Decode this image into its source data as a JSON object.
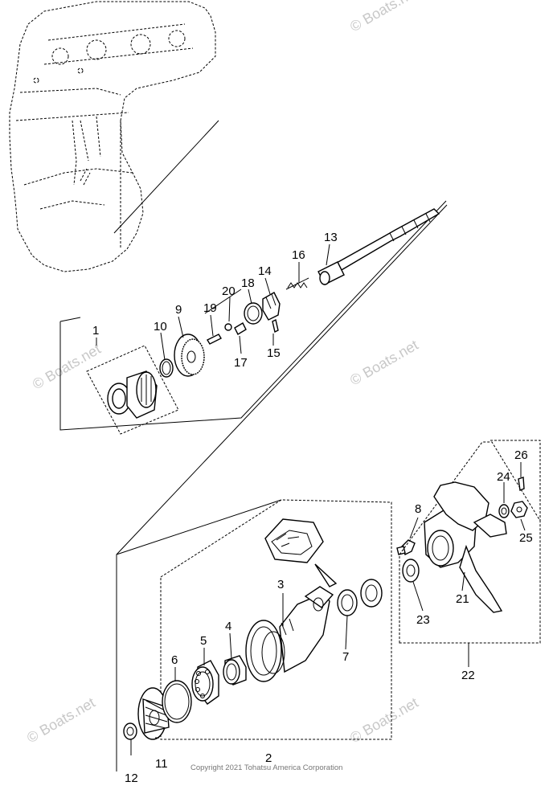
{
  "watermark": "© Boats.net",
  "copyright": "Copyright 2021 Tohatsu America Corporation",
  "callouts": {
    "p1": "1",
    "p2": "2",
    "p3": "3",
    "p4": "4",
    "p5": "5",
    "p6": "6",
    "p7": "7",
    "p8": "8",
    "p9": "9",
    "p10": "10",
    "p11": "11",
    "p12": "12",
    "p13": "13",
    "p14": "14",
    "p15": "15",
    "p16": "16",
    "p17": "17",
    "p18": "18",
    "p19": "19",
    "p20": "20",
    "p21": "21",
    "p22": "22",
    "p23": "23",
    "p24": "24",
    "p25": "25",
    "p26": "26"
  }
}
